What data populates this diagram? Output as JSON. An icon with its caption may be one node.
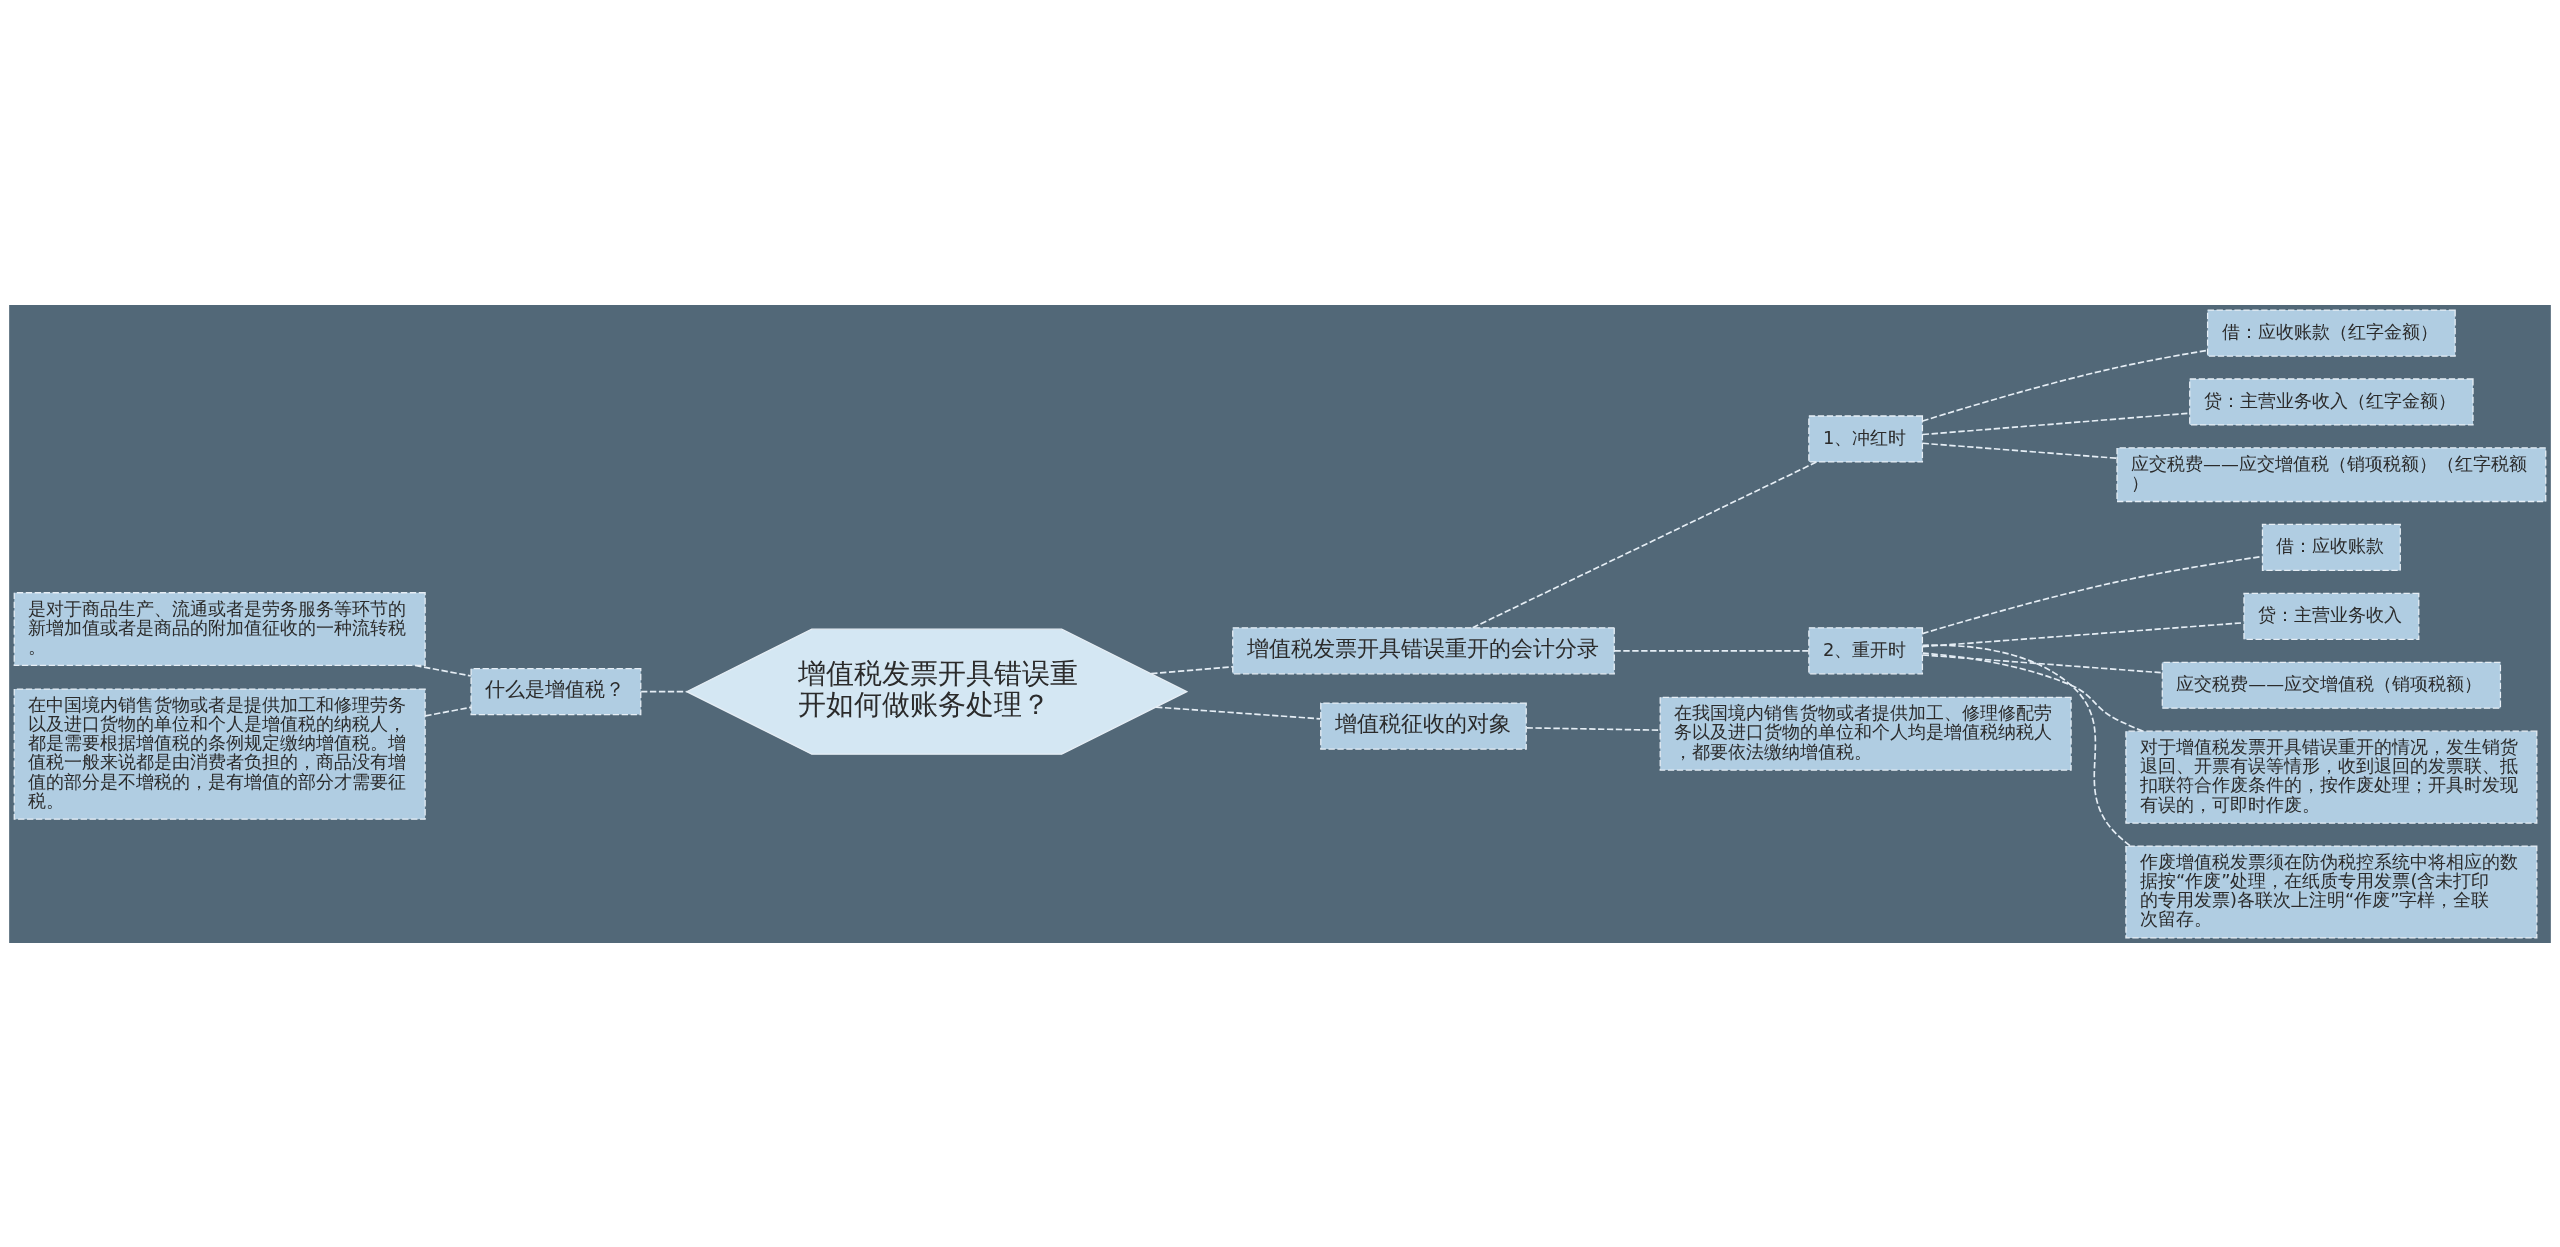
{
  "diagram": {
    "nodes": [
      {
        "text": [
          "增值税发票开具错误重开如何做账务处理？"
        ]
      },
      {
        "text": [
          "增值税发票开具错误重开的会计分录"
        ]
      },
      {
        "text": [
          "1、冲红时"
        ]
      },
      {
        "text": [
          "借：应收账款（红字金额）"
        ]
      },
      {
        "text": [
          "贷：主营业务收入（红字金额）"
        ]
      },
      {
        "text": [
          "应交税费——应交增值税（销项税额）（红字税额）"
        ]
      },
      {
        "text": [
          "2、重开时"
        ]
      },
      {
        "text": [
          "借：应收账款"
        ]
      },
      {
        "text": [
          "贷：主营业务收入"
        ]
      },
      {
        "text": [
          "应交税费——应交增值税（销项税额）"
        ]
      },
      {
        "text": [
          "对于增值税发票开具错误重开的情况，发生销货退回、开票有误等情形，收到退回的发票联、抵扣联符合作废条件的，按作废处理；开具时发现有误的，可即时作废。"
        ]
      },
      {
        "text": [
          "作废增值税发票须在防伪税控系统中将相应的数据按“作废”处理，在纸质专用发票(含未打印的专用发票)各联次上注明“作废”字样，全联次留存。"
        ]
      },
      {
        "text": [
          "增值税征收的对象"
        ]
      },
      {
        "text": [
          "在我国境内销售货物或者提供加工、修理修配劳务以及进口货物的单位和个人均是增值税纳税人，都要依法缴纳增值税。"
        ]
      },
      {
        "text": [
          "什么是增值税？"
        ]
      },
      {
        "text": [
          "是对于商品生产、流通或者是劳务服务等环节的新增加值或者是商品的附加值征收的一种流转税。"
        ]
      },
      {
        "text": [
          "在中国境内销售货物或者是提供加工和修理劳务以及进口货物的单位和个人是增值税的纳税人，都是需要根据增值税的条例规定缴纳增值税。增值税一般来说都是由消费者负担的，商品没有增值的部分是不增税的，是有增值的部分才需要征税。"
        ]
      }
    ],
    "edges": [
      {
        "from": 0,
        "to": 1,
        "arrow": "none"
      },
      {
        "from": 1,
        "to": 2,
        "arrow": "none"
      },
      {
        "from": 2,
        "to": 3,
        "arrow": "none"
      },
      {
        "from": 2,
        "to": 4,
        "arrow": "none"
      },
      {
        "from": 2,
        "to": 5,
        "arrow": "none"
      },
      {
        "from": 1,
        "to": 6,
        "arrow": "none"
      },
      {
        "from": 6,
        "to": 7,
        "arrow": "none"
      },
      {
        "from": 6,
        "to": 8,
        "arrow": "none"
      },
      {
        "from": 6,
        "to": 9,
        "arrow": "none"
      },
      {
        "from": 6,
        "to": 10,
        "arrow": "none"
      },
      {
        "from": 6,
        "to": 11,
        "arrow": "none"
      },
      {
        "from": 0,
        "to": 12,
        "arrow": "none"
      },
      {
        "from": 12,
        "to": 13,
        "arrow": "none"
      },
      {
        "from": 0,
        "to": 14,
        "arrow": "none"
      },
      {
        "from": 14,
        "to": 15,
        "arrow": "none"
      },
      {
        "from": 14,
        "to": 16,
        "arrow": "none"
      }
    ]
  }
}
